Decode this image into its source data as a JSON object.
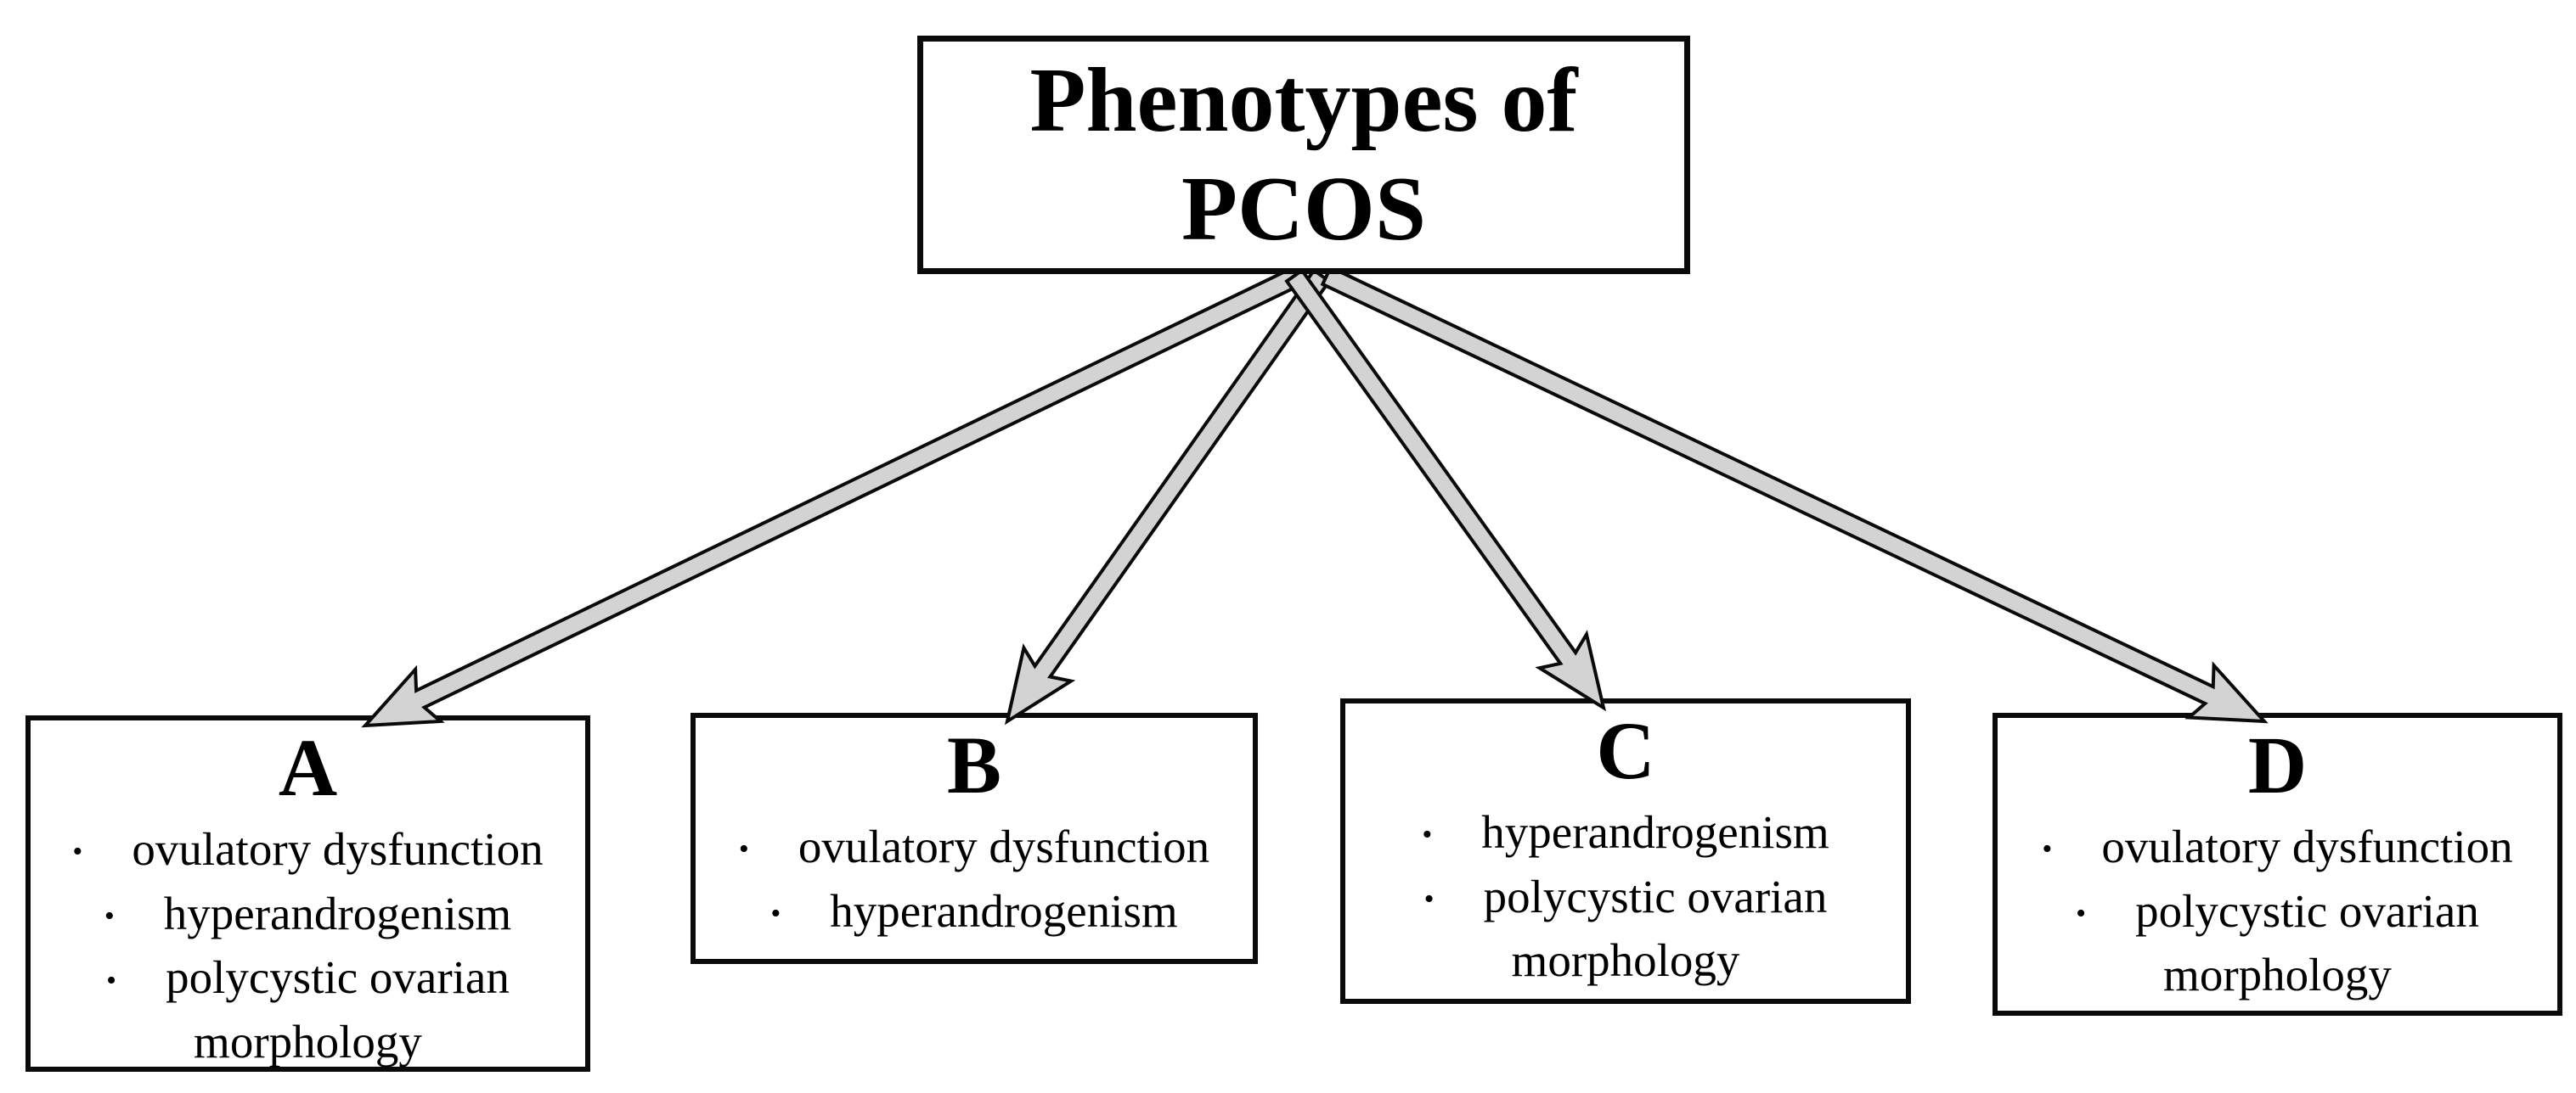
{
  "diagram": {
    "title": {
      "line1": "Phenotypes of",
      "line2": "PCOS"
    },
    "bullet_glyph": "•",
    "phenotypes": [
      {
        "id": "A",
        "criteria": [
          "ovulatory dysfunction",
          "hyperandrogenism",
          "polycystic ovarian morphology"
        ]
      },
      {
        "id": "B",
        "criteria": [
          "ovulatory dysfunction",
          "hyperandrogenism"
        ]
      },
      {
        "id": "C",
        "criteria": [
          "hyperandrogenism",
          "polycystic ovarian morphology"
        ]
      },
      {
        "id": "D",
        "criteria": [
          "ovulatory dysfunction",
          "polycystic ovarian morphology"
        ]
      }
    ],
    "connections": [
      {
        "from": "phenotypes-of-pcos",
        "to": "A"
      },
      {
        "from": "phenotypes-of-pcos",
        "to": "B"
      },
      {
        "from": "phenotypes-of-pcos",
        "to": "C"
      },
      {
        "from": "phenotypes-of-pcos",
        "to": "D"
      }
    ],
    "colors": {
      "background": "#ffffff",
      "box_fill": "#ffffff",
      "box_border": "#0a0a0a",
      "text": "#000000",
      "arrow_fill": "#d3d3d3",
      "arrow_outline": "#0a0a0a"
    }
  }
}
